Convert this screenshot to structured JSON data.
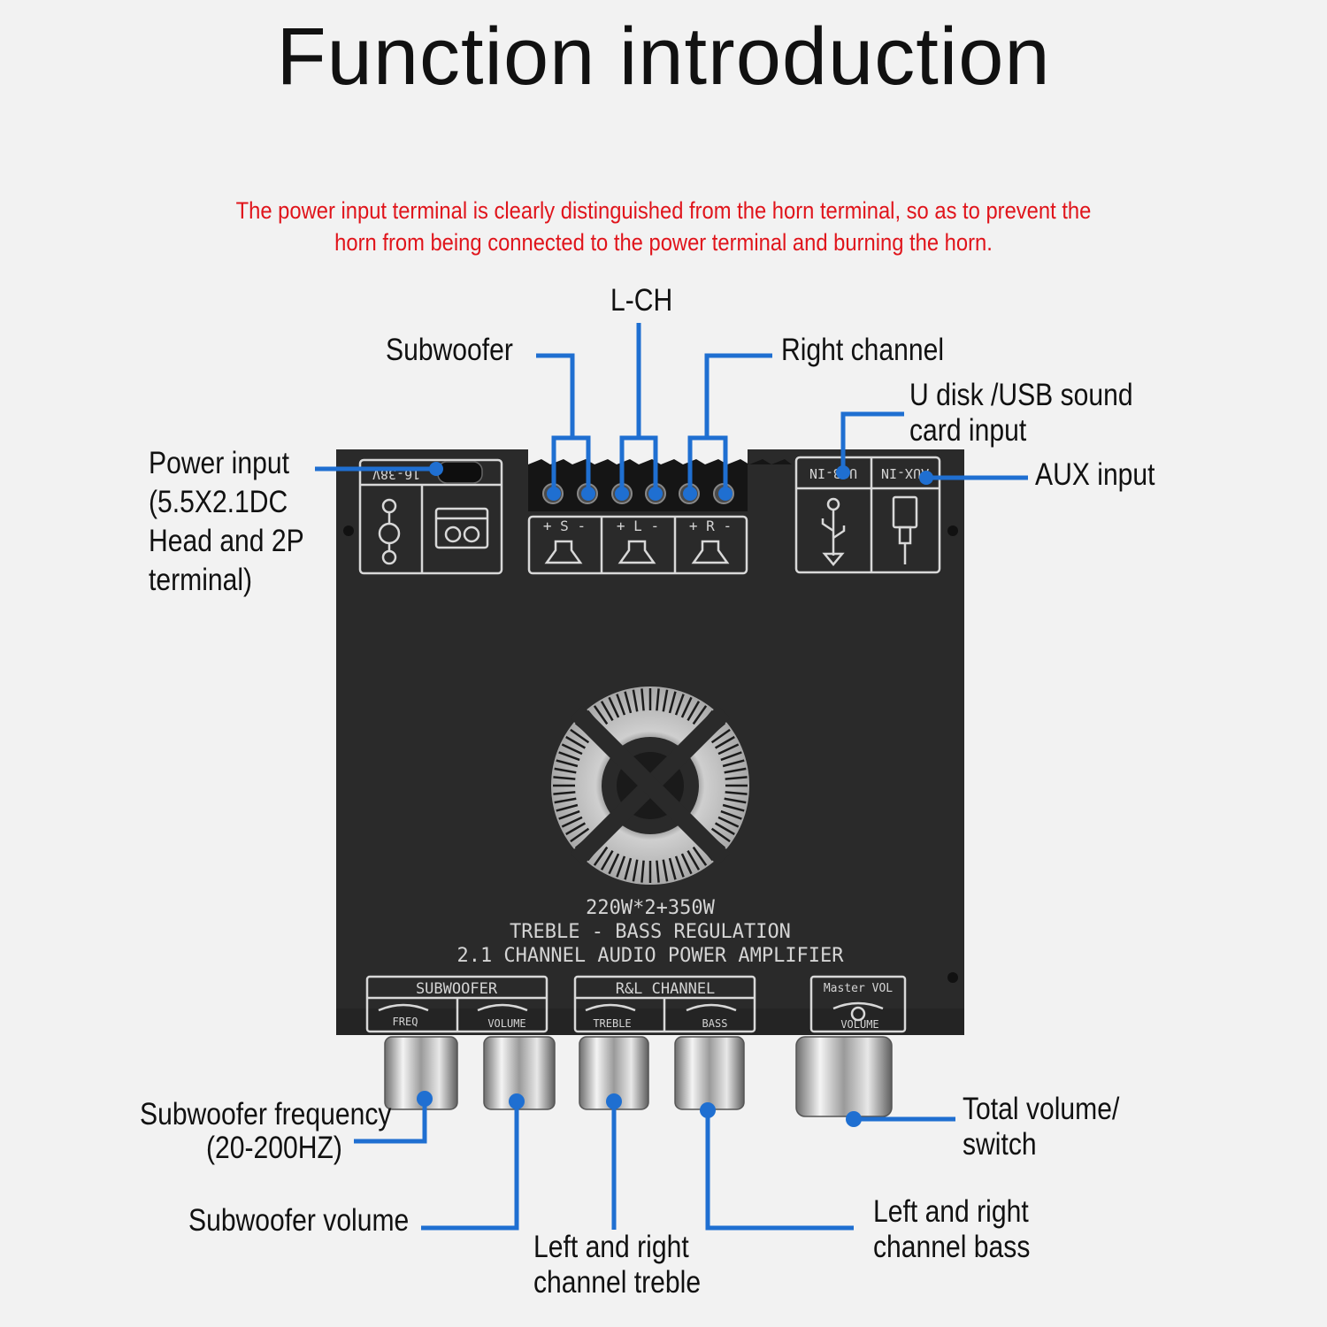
{
  "header": {
    "title": "Function introduction",
    "subtitle": "The power input terminal is clearly distinguished from the horn terminal, so as to prevent the horn from being connected to the power terminal and burning the horn."
  },
  "callouts": {
    "l_ch": "L-CH",
    "subwoofer": "Subwoofer",
    "right_channel": "Right channel",
    "u_disk": "U disk /USB sound card input",
    "aux_input": "AUX input",
    "power_input": "Power input (5.5X2.1DC Head and 2P terminal)",
    "sub_freq_line1": "Subwoofer frequency",
    "sub_freq_line2": "(20-200HZ)",
    "sub_volume": "Subwoofer volume",
    "lr_treble": "Left and right channel treble",
    "lr_bass": "Left and right channel bass",
    "total_volume": "Total volume/ switch"
  },
  "board": {
    "power_tag": "16-38V",
    "usb_tag": "USB-IN",
    "aux_tag": "AUX-IN",
    "sub_terminal": "+ S -",
    "l_terminal": "+ L -",
    "r_terminal": "+ R -",
    "spec_line1": "220W*2+350W",
    "spec_line2": "TREBLE - BASS REGULATION",
    "spec_line3": "2.1 CHANNEL AUDIO POWER AMPLIFIER",
    "panel_subwoofer": "SUBWOOFER",
    "panel_rl": "R&L CHANNEL",
    "panel_master": "Master VOL",
    "knob_freq": "FREQ",
    "knob_sub_volume": "VOLUME",
    "knob_treble": "TREBLE",
    "knob_bass": "BASS",
    "knob_master_volume": "VOLUME"
  },
  "colors": {
    "leader": "#1f6fd1",
    "warning_text": "#e0141b",
    "board": "#2a2a2a",
    "silkscreen": "#d8d8d8"
  }
}
